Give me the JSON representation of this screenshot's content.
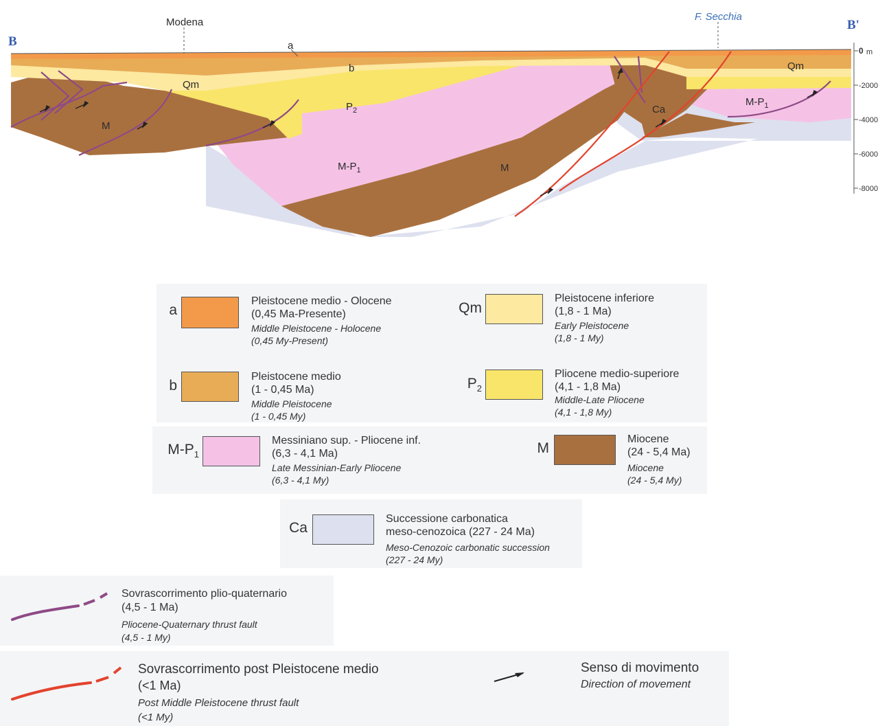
{
  "section": {
    "start_label": "B",
    "end_label": "B'",
    "place_modena": "Modena",
    "place_secchia": "F. Secchia",
    "unit_labels": {
      "a": "a",
      "b": "b",
      "qm_left": "Qm",
      "qm_right": "Qm",
      "p2": "P",
      "p2_sub": "2",
      "m_left": "M",
      "m_center": "M",
      "mp1_center": "M-P",
      "mp1_center_sub": "1",
      "mp1_right": "M-P",
      "mp1_right_sub": "1",
      "ca": "Ca"
    },
    "depth_axis": {
      "unit": "m",
      "ticks": [
        "0",
        "-2000",
        "-4000",
        "-6000",
        "-8000"
      ]
    }
  },
  "legend": {
    "a": {
      "code": "a",
      "color": "#f39a4a",
      "it": "Pleistocene medio - Olocene",
      "it_age": "(0,45 Ma-Presente)",
      "en": "Middle Pleistocene - Holocene",
      "en_age": "(0,45 My-Present)"
    },
    "qm": {
      "code": "Qm",
      "color": "#fde9a0",
      "it": "Pleistocene inferiore",
      "it_age": "(1,8 - 1 Ma)",
      "en": "Early Pleistocene",
      "en_age": "(1,8 - 1 My)"
    },
    "b": {
      "code": "b",
      "color": "#e8ac56",
      "it": "Pleistocene medio",
      "it_age": "(1 - 0,45 Ma)",
      "en": "Middle Pleistocene",
      "en_age": "(1 - 0,45 My)"
    },
    "p2": {
      "code": "P",
      "code_sub": "2",
      "color": "#f9e56a",
      "it": "Pliocene medio-superiore",
      "it_age": "(4,1 - 1,8 Ma)",
      "en": "Middle-Late Pliocene",
      "en_age": "(4,1 - 1,8 My)"
    },
    "mp1": {
      "code": "M-P",
      "code_sub": "1",
      "color": "#f5c2e6",
      "it": "Messiniano sup. - Pliocene inf.",
      "it_age": "(6,3 - 4,1 Ma)",
      "en": "Late Messinian-Early Pliocene",
      "en_age": "(6,3 - 4,1 My)"
    },
    "m": {
      "code": "M",
      "color": "#a9703f",
      "it": "Miocene",
      "it_age": "(24 - 5,4 Ma)",
      "en": "Miocene",
      "en_age": "(24 - 5,4 My)"
    },
    "ca": {
      "code": "Ca",
      "color": "#dde0ee",
      "it": "Successione carbonatica",
      "it_age": "meso-cenozoica (227 - 24 Ma)",
      "en": "Meso-Cenozoic carbonatic succession",
      "en_age": "(227 - 24 My)"
    },
    "fault1": {
      "color": "#8e4a86",
      "it": "Sovrascorrimento plio-quaternario",
      "it_age": "(4,5 - 1 Ma)",
      "en": "Pliocene-Quaternary thrust fault",
      "en_age": "(4,5 - 1 My)"
    },
    "fault2": {
      "color": "#e2432e",
      "it": "Sovrascorrimento post Pleistocene medio",
      "it_age": "(<1 Ma)",
      "en": "Post Middle Pleistocene thrust fault",
      "en_age": "(<1 My)"
    },
    "movement": {
      "it": "Senso di movimento",
      "en": "Direction of movement"
    }
  }
}
